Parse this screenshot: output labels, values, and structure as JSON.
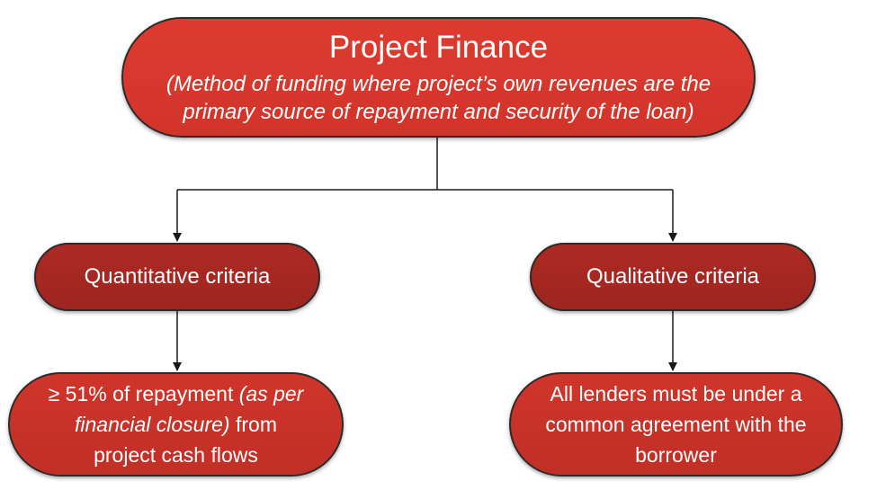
{
  "root": {
    "title": "Project Finance",
    "description": "(Method of funding where project’s own revenues are the primary source of repayment and security of the loan)"
  },
  "branches": {
    "left": {
      "label": "Quantitative criteria",
      "detail": {
        "lead": "≥ 51% of repayment ",
        "italic": "(as per financial closure)",
        "tail": " from project cash flows"
      }
    },
    "right": {
      "label": "Qualitative criteria",
      "detail": {
        "text": "All lenders must be under a common agreement with the borrower"
      }
    }
  },
  "colors": {
    "root_fill": "#d9382e",
    "criteria_fill": "#a72823",
    "detail_fill": "#c93228",
    "border": "#2b2b2b",
    "text": "#ffffff",
    "connector": "#1a1a1a"
  }
}
